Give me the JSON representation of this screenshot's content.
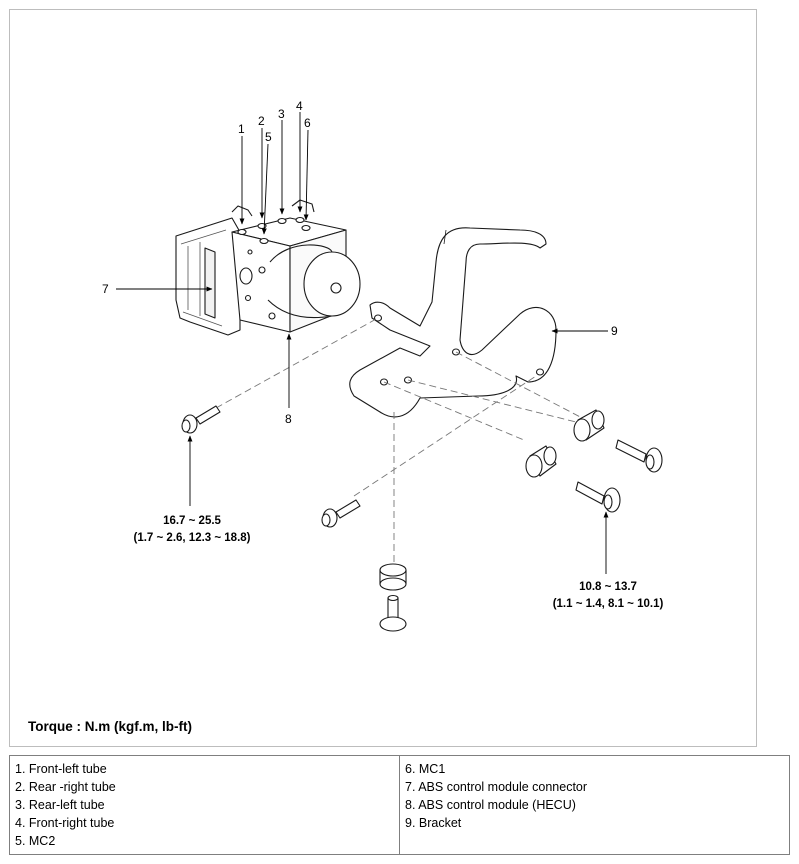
{
  "callouts": [
    "1",
    "2",
    "3",
    "4",
    "5",
    "6",
    "7",
    "8",
    "9"
  ],
  "torque_values": {
    "main_bolt": {
      "nm": "16.7 ~ 25.5",
      "alt": "(1.7 ~ 2.6, 12.3 ~ 18.8)"
    },
    "bracket_bolt": {
      "nm": "10.8 ~ 13.7",
      "alt": "(1.1 ~ 1.4, 8.1 ~ 10.1)"
    }
  },
  "torque_unit_note": "Torque : N.m (kgf.m, lb-ft)",
  "legend": {
    "left": [
      "1. Front-left tube",
      "2. Rear -right tube",
      "3. Rear-left tube",
      "4. Front-right tube",
      "5. MC2"
    ],
    "right": [
      "6. MC1",
      "7. ABS control module connector",
      "8. ABS control module (HECU)",
      "9. Bracket"
    ]
  }
}
